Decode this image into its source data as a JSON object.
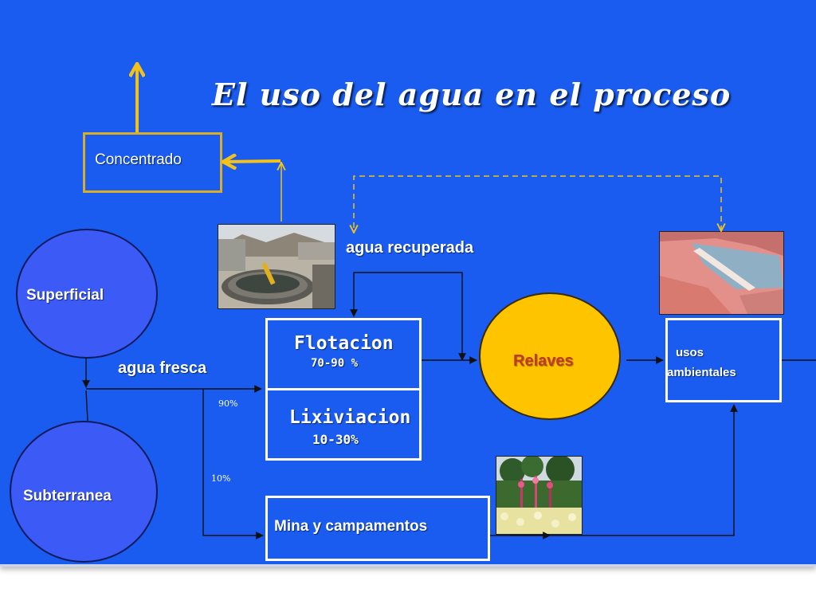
{
  "title": "El uso del agua en el proceso",
  "nodes": {
    "concentrado": "Concentrado",
    "superficial": "Superficial",
    "subterranea": "Subterranea",
    "flotacion": "Flotacion",
    "flotacion_pct": "70-90 %",
    "lixiviacion": "Lixiviacion",
    "lixiviacion_pct": "10-30%",
    "relaves": "Relaves",
    "usos": "usos",
    "ambientales": "ambientales",
    "mina": "Mina y campamentos"
  },
  "labels": {
    "agua_recuperada": "agua recuperada",
    "agua_fresca": "agua fresca",
    "pct_90": "90%",
    "pct_10": "10%"
  },
  "colors": {
    "background": "#1a5cf0",
    "arrow_yellow": "#f2c21b",
    "relaves_fill": "#ffc400",
    "relaves_text": "#c0392b",
    "circle_fill": "#3c5af5"
  }
}
